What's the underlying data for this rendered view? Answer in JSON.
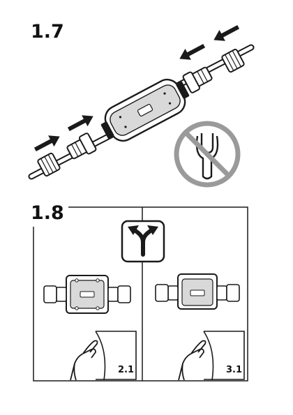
{
  "step_a": {
    "number": "1.7"
  },
  "step_b": {
    "number": "1.8",
    "option_left": {
      "page_ref": "2.1"
    },
    "option_right": {
      "page_ref": "3.1"
    }
  },
  "icons": {
    "direction": "arrow-right-icon",
    "prohibited": "no-wrench-icon",
    "split": "split-arrow-icon",
    "page_turn": "hand-page-turn-icon"
  },
  "colors": {
    "ink": "#1a1a1a",
    "prohibit_gray": "#9a9a9a",
    "device_shade": "#d9d9d9"
  }
}
